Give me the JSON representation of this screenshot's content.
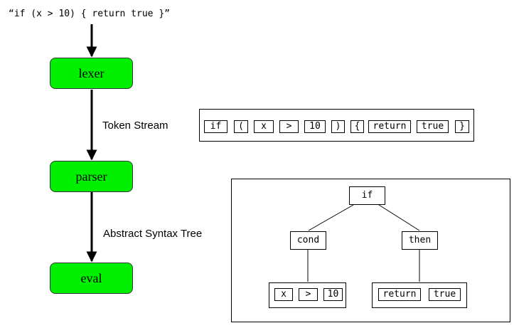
{
  "source_code": "“if (x > 10) { return true }”",
  "stages": {
    "lexer": "lexer",
    "parser": "parser",
    "eval": "eval"
  },
  "edge_labels": {
    "token_stream": "Token Stream",
    "abstract_syntax_tree": "Abstract Syntax Tree"
  },
  "token_stream": [
    "if",
    "(",
    "x",
    ">",
    "10",
    ")",
    "{",
    "return",
    "true",
    "}"
  ],
  "ast": {
    "root": "if",
    "cond": "cond",
    "then": "then",
    "cond_tokens": [
      "x",
      ">",
      "10"
    ],
    "then_tokens": [
      "return",
      "true"
    ]
  },
  "colors": {
    "stage_fill": "#00f000",
    "stage_border": "#333333",
    "line": "#000000"
  }
}
